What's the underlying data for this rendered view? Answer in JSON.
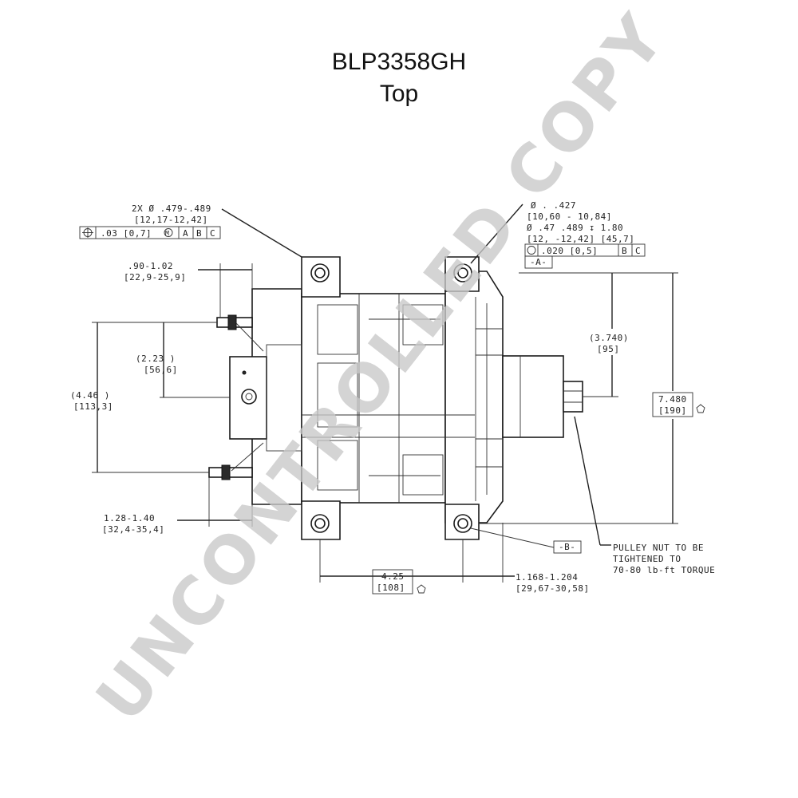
{
  "header": {
    "part_number": "BLP3358GH",
    "view": "Top"
  },
  "watermark": "UNCONTROLLED COPY",
  "dimensions": {
    "mount_hole_spec": "2X Ø .479-.489",
    "mount_hole_metric": "[12,17-12,42]",
    "position_tol": ".03 [0,7]",
    "position_datums": [
      "A",
      "B",
      "C"
    ],
    "terminal_offset": ".90-1.02",
    "terminal_offset_metric": "[22,9-25,9]",
    "center_offset": "(2.23  )",
    "center_offset_metric": "[56,6]",
    "terminal_span": "(4.46   )",
    "terminal_span_metric": "[113,3]",
    "lower_offset": "1.28-1.40",
    "lower_offset_metric": "[32,4-35,4]",
    "ear_hole_spec": "Ø .   .427",
    "ear_hole_metric": "[10,60 - 10,84]",
    "ear_hole_spec2": "Ø .47  .489 ↧ 1.80",
    "ear_hole_metric2": "[12,  -12,42]   [45,7]",
    "ear_tol": ".020 [0,5]",
    "ear_datums": [
      "B",
      "C"
    ],
    "datum_a": "-A-",
    "datum_b": "-B-",
    "half_height": "(3.740)",
    "half_height_metric": "[95]",
    "full_height": "7.480",
    "full_height_metric": "[190]",
    "width": "4.25",
    "width_metric": "[108]",
    "pulley_offset": "1.168-1.204",
    "pulley_offset_metric": "[29,67-30,58]",
    "note_line1": "PULLEY NUT TO BE",
    "note_line2": "TIGHTENED TO",
    "note_line3": "70-80 lb-ft TORQUE"
  }
}
